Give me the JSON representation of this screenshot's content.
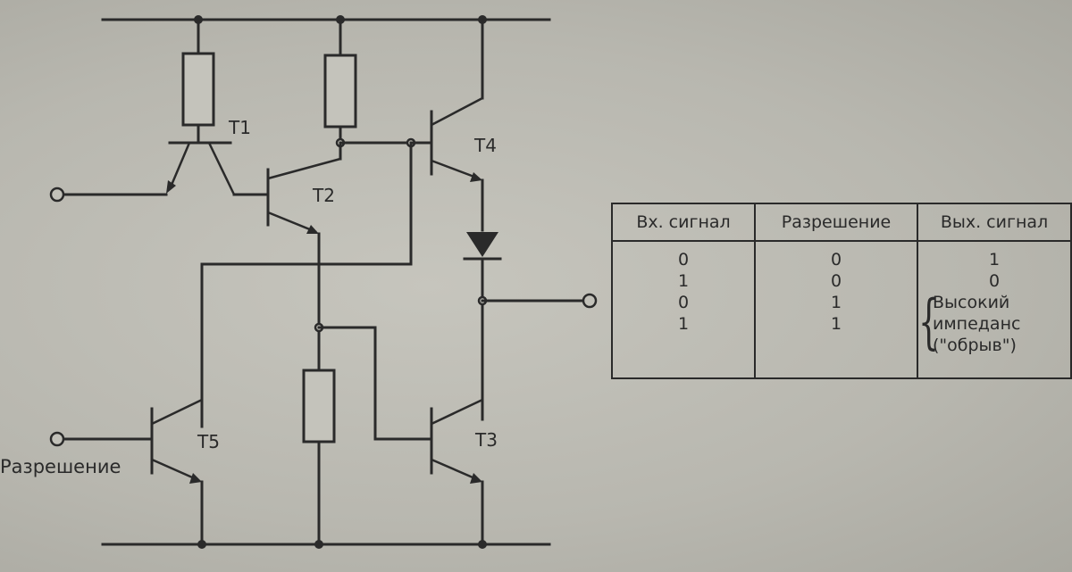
{
  "labels": {
    "t1": "T1",
    "t2": "T2",
    "t3": "T3",
    "t4": "T4",
    "t5": "T5",
    "enable": "Разрешение"
  },
  "table": {
    "headers": [
      "Вх. сигнал",
      "Разрешение",
      "Вых. сигнал"
    ],
    "input": [
      "0",
      "1",
      "0",
      "1"
    ],
    "enable": [
      "0",
      "0",
      "1",
      "1"
    ],
    "output": [
      "1",
      "0"
    ],
    "output_high_z": [
      "Высокий",
      "импеданс",
      "(\"обрыв\")"
    ]
  }
}
